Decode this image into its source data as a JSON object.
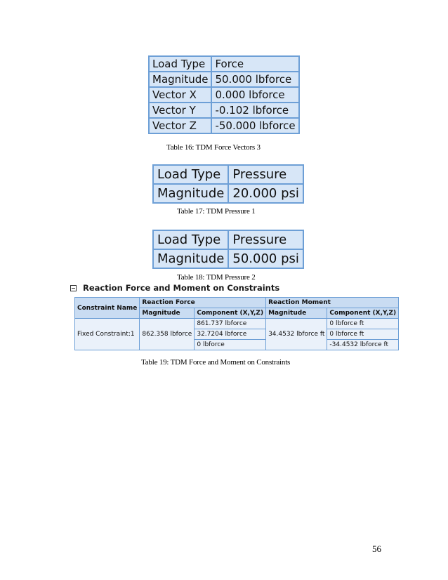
{
  "table16": {
    "rows": [
      [
        "Load Type",
        "Force"
      ],
      [
        "Magnitude",
        "50.000 lbforce"
      ],
      [
        "Vector X",
        "0.000 lbforce"
      ],
      [
        "Vector Y",
        "-0.102 lbforce"
      ],
      [
        "Vector Z",
        "-50.000 lbforce"
      ]
    ],
    "caption": "Table 16: TDM Force Vectors 3"
  },
  "table17": {
    "rows": [
      [
        "Load Type",
        "Pressure"
      ],
      [
        "Magnitude",
        "20.000 psi"
      ]
    ],
    "caption": "Table 17: TDM Pressure 1"
  },
  "table18": {
    "rows": [
      [
        "Load Type",
        "Pressure"
      ],
      [
        "Magnitude",
        "50.000 psi"
      ]
    ],
    "caption": "Table 18: TDM Pressure 2"
  },
  "reaction": {
    "section_title": "Reaction Force and Moment on Constraints",
    "constraint_name_header": "Constraint Name",
    "force_header": "Reaction Force",
    "moment_header": "Reaction Moment",
    "magnitude_header": "Magnitude",
    "component_header": "Component (X,Y,Z)",
    "constraint_name": "Fixed Constraint:1",
    "force_magnitude": "862.358 lbforce",
    "force_components": [
      "861.737 lbforce",
      "32.7204 lbforce",
      "0 lbforce"
    ],
    "moment_magnitude": "34.4532 lbforce ft",
    "moment_components": [
      "0 lbforce ft",
      "0 lbforce ft",
      "-34.4532 lbforce ft"
    ],
    "caption": "Table 19: TDM Force and Moment on Constraints"
  },
  "page_number": "56",
  "colors": {
    "cell_fill": "#d7e6f7",
    "border": "#6d9fd6",
    "header_fill": "#c9dcf2"
  }
}
